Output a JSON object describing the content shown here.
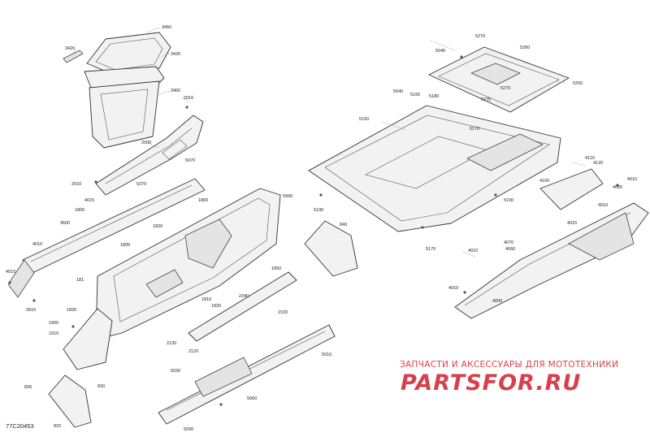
{
  "watermark": {
    "line1": "ЗАПЧАСТИ И АКСЕССУАРЫ ДЛЯ МОТОТЕХНИКИ",
    "logo": "PARTSFOR.RU",
    "color": "#d21e2c"
  },
  "diagram_ref": "77C20453",
  "callouts": {
    "c3460a": "3460",
    "c3420": "3420",
    "c3430": "3430",
    "c3460b": "3460",
    "c2010a": "2010",
    "c2000": "2000",
    "c5070": "5070",
    "c5370": "5370",
    "c2010b": "2010",
    "c4015": "4015",
    "c1800a": "1800",
    "c3600": "3600",
    "c4010a": "4010",
    "c4010b": "4010",
    "c3910": "3910",
    "c1860": "1860",
    "c5990": "5990",
    "c1820": "1820",
    "c1805": "1805",
    "c1850": "1850",
    "c181": "181",
    "c1830": "1830",
    "c1905": "1905",
    "c1910": "1910",
    "c1810": "1810",
    "c1820b": "1820",
    "c2340": "2340",
    "c2100": "2100",
    "c2130": "2130",
    "c2120": "2120",
    "c5010": "5010",
    "c5030": "5030",
    "c5060": "5060",
    "c5090": "5090",
    "c835": "835",
    "c830": "830",
    "c820": "820",
    "c5270": "5270",
    "c5040a": "5040",
    "c5260": "5260",
    "c5250": "5250",
    "c5270b": "5270",
    "c5275": "5275",
    "c5040b": "5040",
    "c5165": "5165",
    "c5180": "5180",
    "c5150": "5150",
    "c5170a": "5170",
    "c5190a": "5190",
    "c5190b": "5190",
    "c840": "840",
    "c5170b": "5170",
    "c4110": "4110",
    "c4120": "4120",
    "c4100": "4100",
    "c4010c": "4010",
    "c4065": "4065",
    "c4010d": "4010",
    "c4015b": "4015",
    "c4070": "4070",
    "c4060": "4060",
    "c4010e": "4010",
    "c4010f": "4010",
    "c4000": "4000"
  }
}
